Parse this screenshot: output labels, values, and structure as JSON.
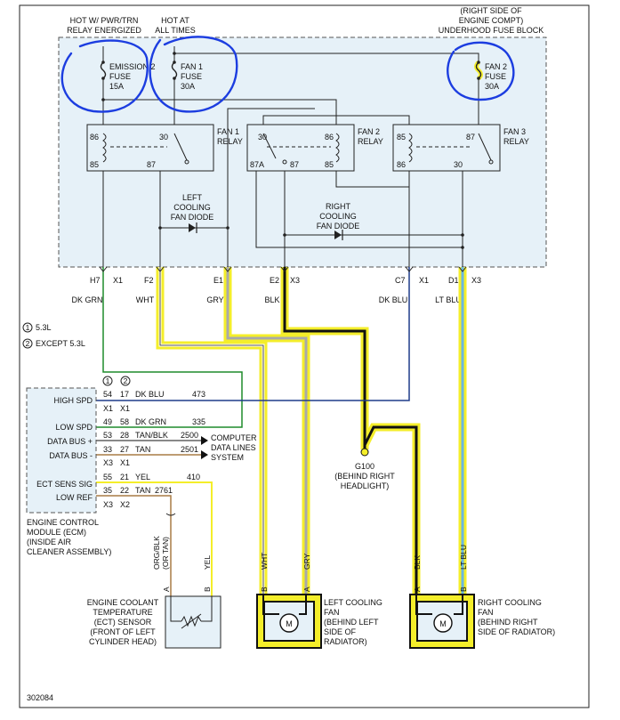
{
  "header": {
    "hot_relay": [
      "HOT W/ PWR/TRN",
      "RELAY ENERGIZED"
    ],
    "hot_all": [
      "HOT AT",
      "ALL TIMES"
    ],
    "fuse_block": [
      "(RIGHT SIDE OF",
      "ENGINE COMPT)",
      "UNDERHOOD FUSE BLOCK"
    ]
  },
  "fuses": [
    {
      "lines": [
        "EMISSION 2",
        "FUSE",
        "15A"
      ]
    },
    {
      "lines": [
        "FAN 1",
        "FUSE",
        "30A"
      ]
    },
    {
      "lines": [
        "FAN 2",
        "FUSE",
        "30A"
      ]
    }
  ],
  "relays": [
    {
      "lines": [
        "FAN 1",
        "RELAY"
      ],
      "pins": [
        "86",
        "85",
        "30",
        "87"
      ]
    },
    {
      "lines": [
        "FAN 2",
        "RELAY"
      ],
      "pins": [
        "30",
        "87A",
        "87",
        "86",
        "85"
      ]
    },
    {
      "lines": [
        "FAN 3",
        "RELAY"
      ],
      "pins": [
        "85",
        "86",
        "87",
        "30"
      ]
    }
  ],
  "diodes": {
    "left": [
      "LEFT",
      "COOLING",
      "FAN DIODE"
    ],
    "right": [
      "RIGHT",
      "COOLING",
      "FAN DIODE"
    ]
  },
  "connector_pins": [
    {
      "pin": "H7",
      "conn": "X1",
      "color": "DK GRN"
    },
    {
      "pin": "F2",
      "conn": "",
      "color": "WHT"
    },
    {
      "pin": "E1",
      "conn": "",
      "color": "GRY"
    },
    {
      "pin": "E2",
      "conn": "X3",
      "color": "BLK"
    },
    {
      "pin": "C7",
      "conn": "X1",
      "color": "DK BLU"
    },
    {
      "pin": "D1",
      "conn": "X3",
      "color": "LT BLU"
    }
  ],
  "legend": [
    {
      "num": "1",
      "text": "5.3L"
    },
    {
      "num": "2",
      "text": "EXCEPT 5.3L"
    }
  ],
  "ecm": {
    "col_heads": [
      "1",
      "2"
    ],
    "rows": [
      {
        "label": "HIGH SPD",
        "p1": "54",
        "p2": "17",
        "color": "DK BLU",
        "circuit": "473"
      },
      {
        "label": "LOW SPD",
        "p1": "49",
        "p2": "58",
        "color": "DK GRN",
        "circuit": "335"
      },
      {
        "label": "DATA BUS +",
        "p1": "53",
        "p2": "28",
        "color": "TAN/BLK",
        "circuit": "2500"
      },
      {
        "label": "DATA BUS -",
        "p1": "33",
        "p2": "27",
        "color": "TAN",
        "circuit": "2501"
      },
      {
        "label": "ECT SENS SIG",
        "p1": "55",
        "p2": "21",
        "color": "YEL",
        "circuit": "410"
      },
      {
        "label": "LOW REF",
        "p1": "35",
        "p2": "22",
        "color": "TAN",
        "circuit": "2761"
      }
    ],
    "conn_rows": [
      {
        "a": "X1",
        "b": "X1"
      },
      {
        "a": "X3",
        "b": "X1"
      },
      {
        "a": "X3",
        "b": "X2"
      }
    ],
    "name": [
      "ENGINE CONTROL",
      "MODULE (ECM)",
      "(INSIDE AIR",
      "CLEANER ASSEMBLY)"
    ]
  },
  "computer": [
    "COMPUTER",
    "DATA LINES",
    "SYSTEM"
  ],
  "ground": {
    "name": "G100",
    "lines": [
      "(BEHIND RIGHT",
      "HEADLIGHT)"
    ]
  },
  "ect": {
    "wires": [
      {
        "color": [
          "ORG/BLK",
          "(OR TAN)"
        ],
        "pin": "A"
      },
      {
        "color": [
          "YEL"
        ],
        "pin": "B"
      }
    ],
    "name": [
      "ENGINE COOLANT",
      "TEMPERATURE",
      "(ECT) SENSOR",
      "(FRONT OF LEFT",
      "CYLINDER HEAD)"
    ]
  },
  "left_fan": {
    "wires": [
      {
        "color": "WHT",
        "pin": "B"
      },
      {
        "color": "GRY",
        "pin": "A"
      }
    ],
    "motor": "M",
    "name": [
      "LEFT COOLING",
      "FAN",
      "(BEHIND LEFT",
      "SIDE OF",
      "RADIATOR)"
    ]
  },
  "right_fan": {
    "wires": [
      {
        "color": "BLK",
        "pin": "A"
      },
      {
        "color": "LT BLU",
        "pin": "B"
      }
    ],
    "motor": "M",
    "name": [
      "RIGHT COOLING",
      "FAN",
      "(BEHIND RIGHT",
      "SIDE OF RADIATOR)"
    ]
  },
  "figure_id": "302084",
  "colors": {
    "highlight": "#f4ee2a",
    "fuse_box_fill": "#e6f1f8",
    "pen": "#1c3de0",
    "wire_green": "#1e8b2b",
    "wire_blue": "#1f3b8a",
    "wire_tan": "#a87b45",
    "wire_ltblue": "#6ab7e0",
    "wire_gray": "#a9a9a9"
  }
}
